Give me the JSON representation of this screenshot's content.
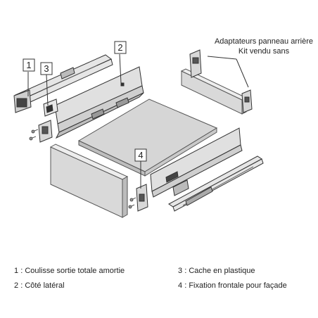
{
  "callouts": {
    "c1": "1",
    "c2": "2",
    "c3": "3",
    "c4": "4"
  },
  "caption": {
    "line1": "Adaptateurs panneau arrière",
    "line2": "Kit vendu sans"
  },
  "legend": [
    {
      "num": "1",
      "text": "Coulisse sortie totale amortie"
    },
    {
      "num": "2",
      "text": "Côté latéral"
    },
    {
      "num": "3",
      "text": "Cache en plastique"
    },
    {
      "num": "4",
      "text": "Fixation frontale pour façade"
    }
  ],
  "colors": {
    "line": "#333333",
    "panel": "#d9d9d9",
    "panel_edge": "#555555",
    "metal": "#bfbfbf"
  }
}
